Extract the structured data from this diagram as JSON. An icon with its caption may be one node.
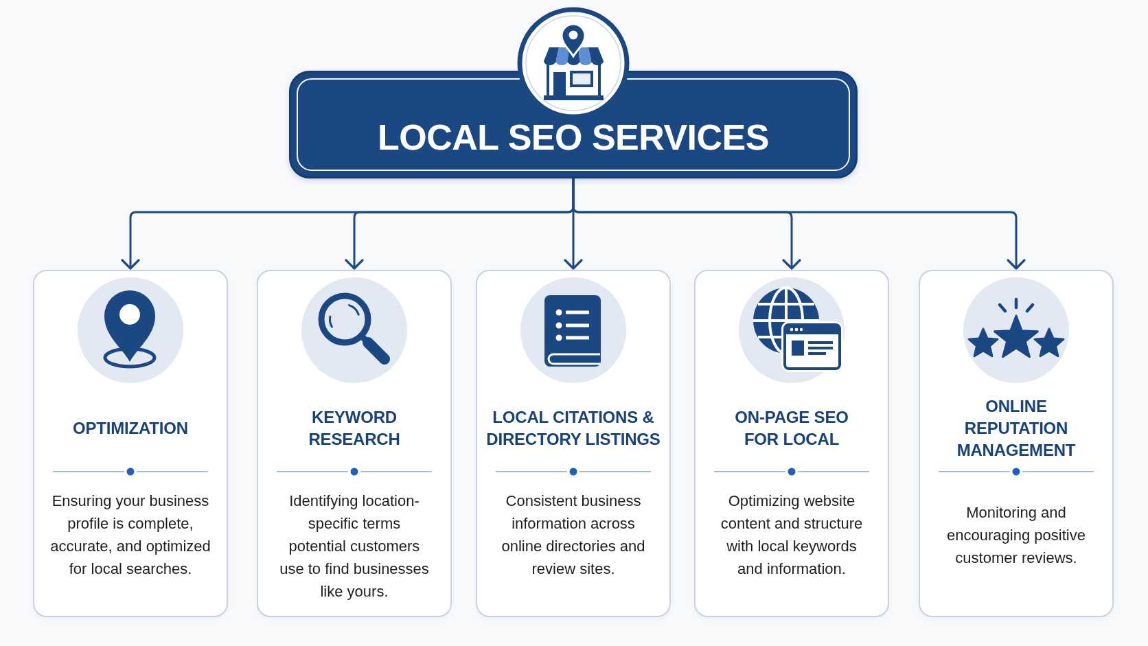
{
  "diagram": {
    "nodes": [
      {
        "text": [
          "LOCAL SEO SERVICES"
        ]
      },
      {
        "text": [
          "OPTIMIZATION",
          "Ensuring your business profile is complete, accurate, and optimized for local searches."
        ]
      },
      {
        "text": [
          "KEYWORD RESEARCH",
          "Identifying location-specific terms potential customers use to find businesses like yours."
        ]
      },
      {
        "text": [
          "LOCAL CITATIONS & DIRECTORY LISTINGS",
          "Consistent business information across online directories and review sites."
        ]
      },
      {
        "text": [
          "ON-PAGE SEO FOR LOCAL",
          "Optimizing website content and structure with local keywords and information."
        ]
      },
      {
        "text": [
          "ONLINE REPUTATION MANAGEMENT",
          "Monitoring and encouraging positive customer reviews."
        ]
      }
    ],
    "edges": [
      {
        "from": 0,
        "to": 1,
        "arrow": "to"
      },
      {
        "from": 0,
        "to": 2,
        "arrow": "to"
      },
      {
        "from": 0,
        "to": 3,
        "arrow": "to"
      },
      {
        "from": 0,
        "to": 4,
        "arrow": "to"
      },
      {
        "from": 0,
        "to": 5,
        "arrow": "to"
      }
    ]
  }
}
